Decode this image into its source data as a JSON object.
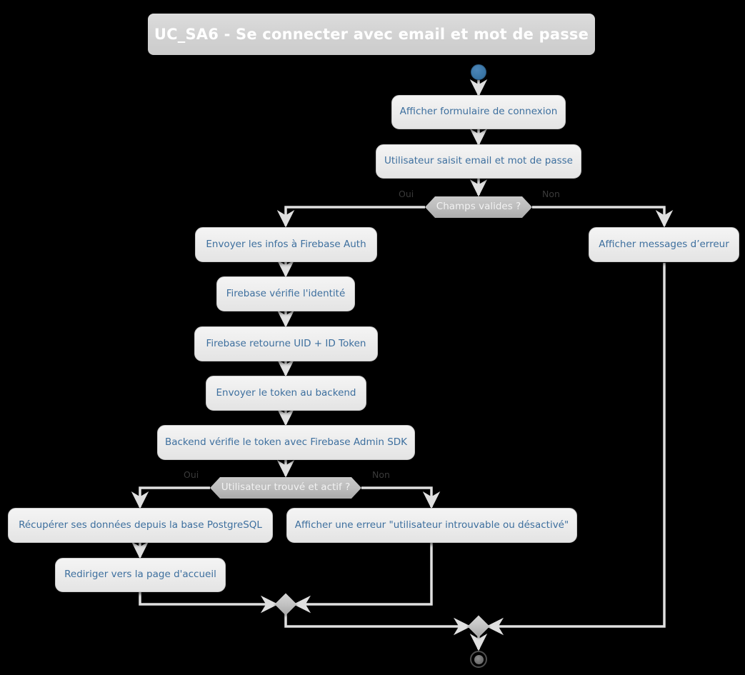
{
  "diagram": {
    "type": "uml-activity-diagram",
    "title": "UC_SA6 - Se connecter avec email et mot de passe",
    "background_color": "#000000",
    "accent_colors": {
      "activity_text": "#3d6f9e",
      "activity_fill": "#ededed",
      "decision_fill": "#bdbdbd",
      "decision_text": "#f2f2f2",
      "start_node": "#3c78a8",
      "end_node": "#6f6f6f",
      "connector": "#e0e0e0",
      "title_text": "#ffffff",
      "title_fill": "#d2d2d2"
    }
  },
  "nodes": {
    "start": {
      "kind": "initial-node"
    },
    "activities": [
      {
        "id": "a1",
        "label": "Afficher formulaire de connexion"
      },
      {
        "id": "a2",
        "label": "Utilisateur saisit email et mot de passe"
      },
      {
        "id": "a3",
        "label": "Envoyer les infos à Firebase Auth"
      },
      {
        "id": "a4",
        "label": "Firebase vérifie l'identité"
      },
      {
        "id": "a5",
        "label": "Firebase retourne UID + ID Token"
      },
      {
        "id": "a6",
        "label": "Envoyer le token au backend"
      },
      {
        "id": "a7",
        "label": "Backend vérifie le token avec Firebase Admin SDK"
      },
      {
        "id": "a8",
        "label": "Afficher messages d’erreur"
      },
      {
        "id": "a9",
        "label": "Récupérer ses données depuis la base PostgreSQL"
      },
      {
        "id": "a10",
        "label": "Afficher une erreur \"utilisateur introuvable ou désactivé\""
      },
      {
        "id": "a11",
        "label": "Rediriger vers la page d'accueil"
      }
    ],
    "decisions": [
      {
        "id": "d1",
        "label": "Champs valides ?",
        "yes_label": "Oui",
        "no_label": "Non",
        "yes_target": "a3",
        "no_target": "a8"
      },
      {
        "id": "d2",
        "label": "Utilisateur trouvé et actif ?",
        "yes_label": "Oui",
        "no_label": "Non",
        "yes_target": "a9",
        "no_target": "a10"
      }
    ],
    "merges": [
      {
        "id": "m1",
        "kind": "merge-node"
      },
      {
        "id": "m2",
        "kind": "merge-node"
      }
    ],
    "end": {
      "kind": "final-node"
    }
  }
}
